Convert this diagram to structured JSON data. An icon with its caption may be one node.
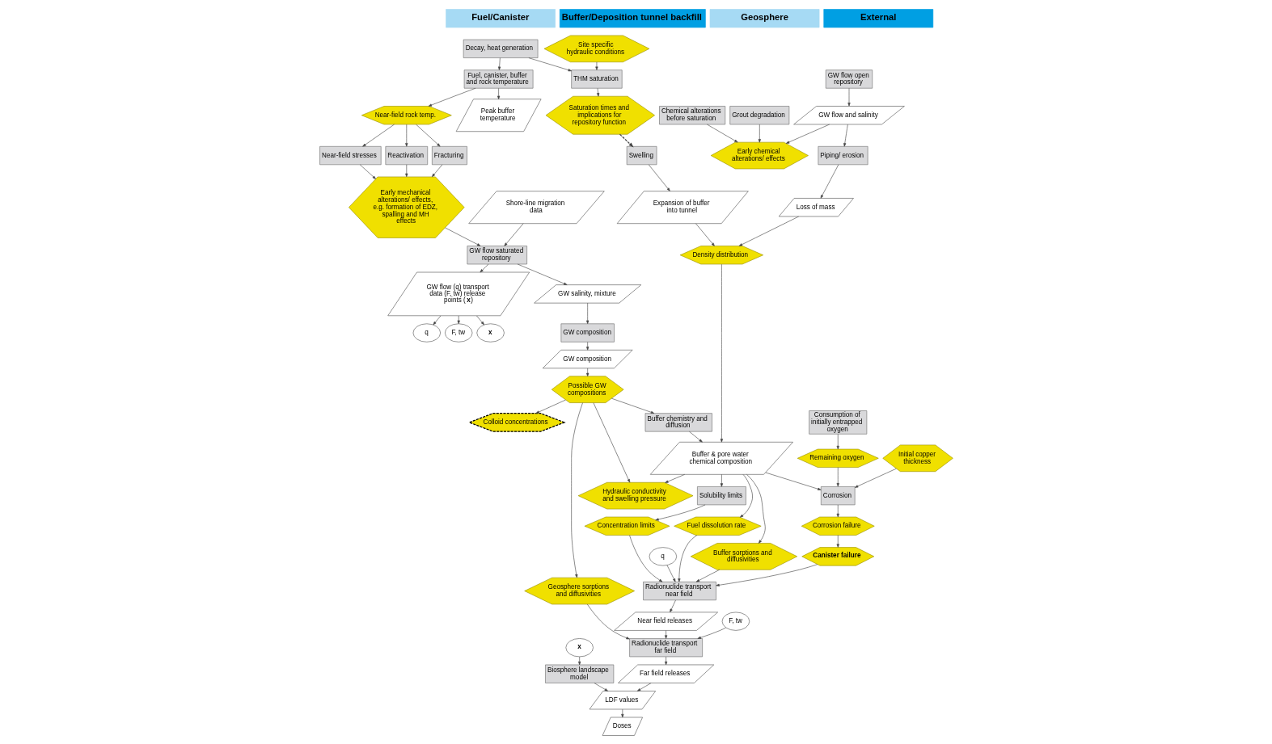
{
  "diagram": {
    "nodes": [
      {
        "text": [
          "Fuel/Canister"
        ]
      },
      {
        "text": [
          "Buffer/Deposition tunnel backfill"
        ]
      },
      {
        "text": [
          "Geosphere"
        ]
      },
      {
        "text": [
          "External"
        ]
      },
      {
        "text": [
          "Decay, heat generation"
        ]
      },
      {
        "text": [
          "Fuel, canister, buffer and rock temperature"
        ]
      },
      {
        "text": [
          "Near-field rock temp."
        ]
      },
      {
        "text": [
          "Peak buffer temperature"
        ]
      },
      {
        "text": [
          "Saturation times and implications for repository function"
        ]
      },
      {
        "text": [
          "THM saturation"
        ]
      },
      {
        "text": [
          "Site specific hydraulic conditions"
        ]
      },
      {
        "text": [
          "Near-field stresses"
        ]
      },
      {
        "text": [
          "Early mechanical alterations/ effects, e.g. formation of EDZ, spalling and MH effects"
        ]
      },
      {
        "text": [
          "Reactivation"
        ]
      },
      {
        "text": [
          "Fracturing"
        ]
      },
      {
        "text": [
          "Expansion of buffer into tunnel"
        ]
      },
      {
        "text": [
          "Swelling"
        ]
      },
      {
        "text": [
          "Loss of mass"
        ]
      },
      {
        "text": [
          "Piping/ erosion"
        ]
      },
      {
        "text": [
          "Density distribution"
        ]
      },
      {
        "text": [
          "Chemical alterations before saturation"
        ]
      },
      {
        "text": [
          "Early chemical alterations/ effects"
        ]
      },
      {
        "text": [
          "Grout degradation"
        ]
      },
      {
        "text": [
          "Initial copper thickness"
        ]
      },
      {
        "text": [
          "Corrosion failure"
        ]
      },
      {
        "text": [
          "Corrosion"
        ]
      },
      {
        "text": [
          "Buffer & pore water chemical composition"
        ]
      },
      {
        "text": [
          "Buffer chemistry and diffusion"
        ]
      },
      {
        "text": [
          "GW flow and salinity"
        ]
      },
      {
        "text": [
          "GW flow open repository"
        ]
      },
      {
        "text": [
          "q"
        ]
      },
      {
        "text": [
          "Canister failure"
        ]
      },
      {
        "text": [
          "F, tw"
        ]
      },
      {
        "text": [
          "GW flow (q) transport data (F, tw) release points (**x**)"
        ]
      },
      {
        "text": [
          "Hydraulic conductivity and swelling pressure"
        ]
      },
      {
        "text": [
          "GW flow saturated repository"
        ]
      },
      {
        "text": [
          "Shore-line migration data"
        ]
      },
      {
        "text": [
          "x"
        ]
      },
      {
        "text": [
          "GW salinity, mixture"
        ]
      },
      {
        "text": [
          "Remaining oxygen"
        ]
      },
      {
        "text": [
          "Consumption of initially entrapped oxygen"
        ]
      },
      {
        "text": [
          "GW composition"
        ]
      },
      {
        "text": [
          "GW composition"
        ]
      },
      {
        "text": [
          "Possible GW compositions"
        ]
      },
      {
        "text": [
          "Colloid concentrations"
        ]
      },
      {
        "text": [
          "Solubility limits"
        ]
      },
      {
        "text": [
          "Fuel dissolution rate"
        ]
      },
      {
        "text": [
          "Buffer sorptions and diffusivities"
        ]
      },
      {
        "text": [
          "Geosphere sorptions and diffusivities"
        ]
      },
      {
        "text": [
          "x"
        ]
      },
      {
        "text": [
          "Biosphere landscape model"
        ]
      },
      {
        "text": [
          "Concentration limits"
        ]
      },
      {
        "text": [
          "Radionuclide transport near field"
        ]
      },
      {
        "text": [
          "Near field releases"
        ]
      },
      {
        "text": [
          "Radionuclide transport far field"
        ]
      },
      {
        "text": [
          "Far field releases"
        ]
      },
      {
        "text": [
          "LDF values"
        ]
      },
      {
        "text": [
          "Doses"
        ]
      },
      {
        "text": [
          "q"
        ]
      },
      {
        "text": [
          "F, tw"
        ]
      }
    ],
    "edges": [
      {
        "from": 4,
        "to": 5,
        "arrow": "to"
      },
      {
        "from": 4,
        "to": 9,
        "arrow": "to"
      },
      {
        "from": 5,
        "to": 6,
        "arrow": "to"
      },
      {
        "from": 5,
        "to": 7,
        "arrow": "to"
      },
      {
        "from": 6,
        "to": 11,
        "arrow": "to"
      },
      {
        "from": 6,
        "to": 13,
        "arrow": "to"
      },
      {
        "from": 6,
        "to": 14,
        "arrow": "to"
      },
      {
        "from": 10,
        "to": 9,
        "arrow": "to"
      },
      {
        "from": 9,
        "to": 8,
        "arrow": "to"
      },
      {
        "from": 8,
        "to": 16,
        "arrow": "to",
        "style": "dashed"
      },
      {
        "from": 16,
        "to": 15,
        "arrow": "to"
      },
      {
        "from": 18,
        "to": 17,
        "arrow": "to"
      },
      {
        "from": 15,
        "to": 19,
        "arrow": "to"
      },
      {
        "from": 17,
        "to": 19,
        "arrow": "to"
      },
      {
        "from": 11,
        "to": 12,
        "arrow": "to"
      },
      {
        "from": 13,
        "to": 12,
        "arrow": "to"
      },
      {
        "from": 14,
        "to": 12,
        "arrow": "to"
      },
      {
        "from": 12,
        "to": 35,
        "arrow": "to"
      },
      {
        "from": 36,
        "to": 35,
        "arrow": "to"
      },
      {
        "from": 28,
        "to": 18,
        "arrow": "to"
      },
      {
        "from": 28,
        "to": 21,
        "arrow": "to"
      },
      {
        "from": 20,
        "to": 21,
        "arrow": "to"
      },
      {
        "from": 22,
        "to": 21,
        "arrow": "to"
      },
      {
        "from": 29,
        "to": 28,
        "arrow": "to"
      },
      {
        "from": 19,
        "to": 26,
        "arrow": "to"
      },
      {
        "from": 26,
        "to": 25,
        "arrow": "to"
      },
      {
        "from": 23,
        "to": 25,
        "arrow": "to"
      },
      {
        "from": 25,
        "to": 24,
        "arrow": "to"
      },
      {
        "from": 24,
        "to": 31,
        "arrow": "to"
      },
      {
        "from": 27,
        "to": 26,
        "arrow": "to"
      },
      {
        "from": 26,
        "to": 34,
        "arrow": "to"
      },
      {
        "from": 33,
        "to": 30,
        "arrow": "to"
      },
      {
        "from": 33,
        "to": 32,
        "arrow": "to"
      },
      {
        "from": 33,
        "to": 37,
        "arrow": "to"
      },
      {
        "from": 35,
        "to": 33,
        "arrow": "to"
      },
      {
        "from": 35,
        "to": 38,
        "arrow": "to"
      },
      {
        "from": 38,
        "to": 41,
        "arrow": "to"
      },
      {
        "from": 41,
        "to": 42,
        "arrow": "to"
      },
      {
        "from": 42,
        "to": 43,
        "arrow": "to"
      },
      {
        "from": 43,
        "to": 34,
        "arrow": "to"
      },
      {
        "from": 43,
        "to": 27,
        "arrow": "to"
      },
      {
        "from": 43,
        "to": 44,
        "arrow": "to"
      },
      {
        "from": 43,
        "to": 48,
        "arrow": "to"
      },
      {
        "from": 40,
        "to": 39,
        "arrow": "to"
      },
      {
        "from": 39,
        "to": 25,
        "arrow": "to"
      },
      {
        "from": 26,
        "to": 45,
        "arrow": "to"
      },
      {
        "from": 26,
        "to": 46,
        "arrow": "to"
      },
      {
        "from": 26,
        "to": 47,
        "arrow": "to"
      },
      {
        "from": 45,
        "to": 51,
        "arrow": "to"
      },
      {
        "from": 51,
        "to": 52,
        "arrow": "to"
      },
      {
        "from": 46,
        "to": 52,
        "arrow": "to"
      },
      {
        "from": 47,
        "to": 52,
        "arrow": "to"
      },
      {
        "from": 31,
        "to": 52,
        "arrow": "to"
      },
      {
        "from": 58,
        "to": 52,
        "arrow": "to"
      },
      {
        "from": 52,
        "to": 53,
        "arrow": "to"
      },
      {
        "from": 53,
        "to": 54,
        "arrow": "to"
      },
      {
        "from": 48,
        "to": 54,
        "arrow": "to"
      },
      {
        "from": 59,
        "to": 54,
        "arrow": "to"
      },
      {
        "from": 54,
        "to": 55,
        "arrow": "to"
      },
      {
        "from": 55,
        "to": 56,
        "arrow": "to"
      },
      {
        "from": 49,
        "to": 50,
        "arrow": "to"
      },
      {
        "from": 50,
        "to": 56,
        "arrow": "to"
      },
      {
        "from": 56,
        "to": 57,
        "arrow": "to"
      }
    ]
  }
}
